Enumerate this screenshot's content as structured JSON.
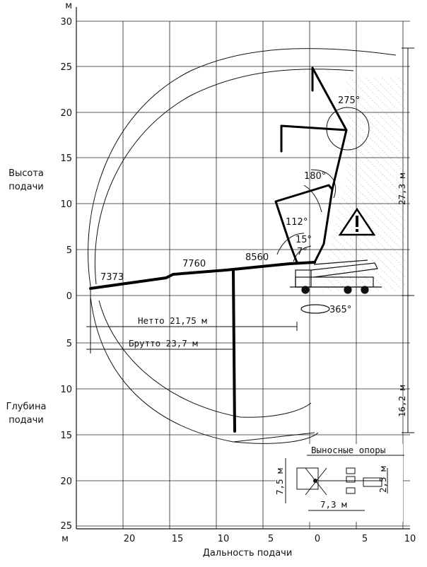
{
  "axes": {
    "top_unit": "м",
    "bottom_unit": "м",
    "height_ticks": [
      "30",
      "25",
      "20",
      "15",
      "10",
      "5",
      "0"
    ],
    "depth_ticks": [
      "5",
      "10",
      "15",
      "20",
      "25"
    ],
    "reach_ticks": [
      "20",
      "15",
      "10",
      "5",
      "0",
      "5",
      "10"
    ],
    "y_label_height": "Высота подачи",
    "y_label_depth": "Глубина подачи",
    "x_label": "Дальность подачи"
  },
  "boom": {
    "section_weights": [
      "7373",
      "7760",
      "8560"
    ],
    "angles": [
      "275°",
      "180°",
      "112°",
      "15°",
      "7°"
    ],
    "slew": "365°"
  },
  "reach": {
    "net": "Нетто 21,75 м",
    "gross": "Брутто 23,7 м"
  },
  "dims": {
    "max_height": "27,3 м",
    "max_depth": "16,2 м"
  },
  "outriggers": {
    "title": "Выносные опоры",
    "front_span": "7,5 м",
    "length": "7,3 м",
    "rear_span": "2,5 м"
  },
  "warning_icon": "warning-triangle-icon"
}
